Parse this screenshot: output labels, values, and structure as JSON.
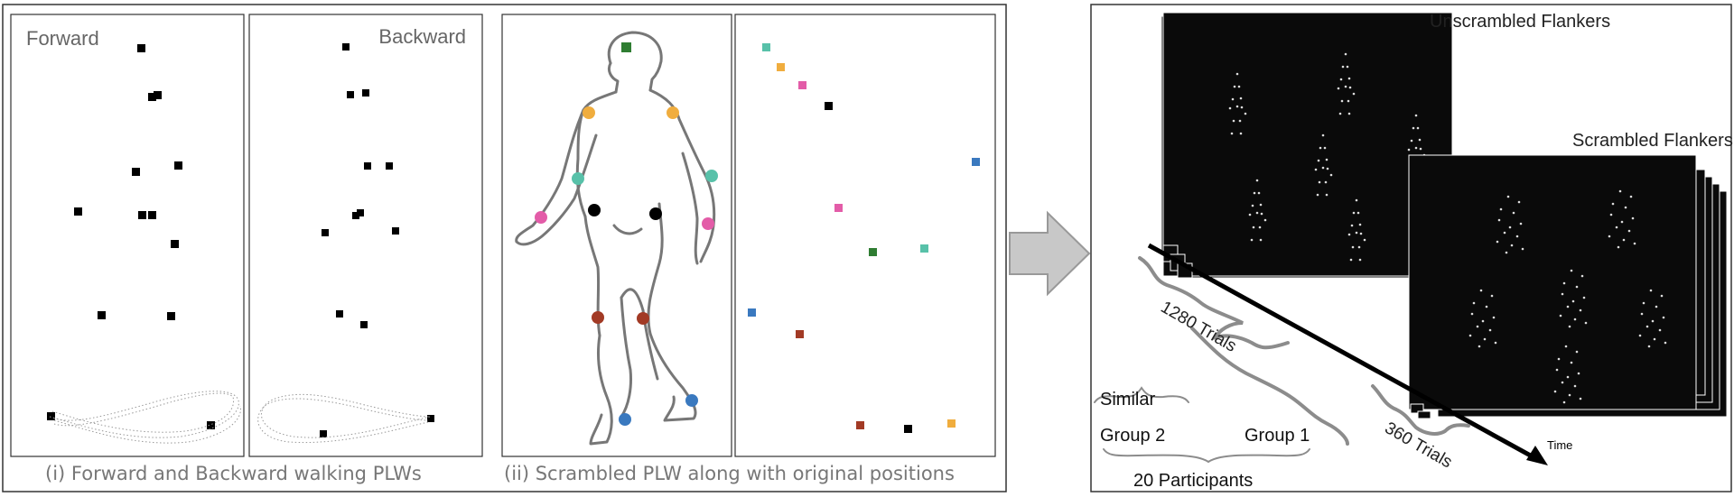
{
  "left_figure": {
    "forward_label": "Forward",
    "backward_label": "Backward",
    "caption_i": "(i) Forward and Backward walking PLWs",
    "caption_ii": "(ii) Scrambled PLW along with original positions",
    "joint_colors": {
      "head": "#2f7d32",
      "shoulder": "#f0ad3e",
      "elbow": "#58c1a9",
      "wrist": "#e35ca8",
      "hip": "#000000",
      "knee": "#a23a25",
      "ankle": "#3a79bf"
    },
    "dot_color": "#000000",
    "arrow_icon": "right-arrow-icon"
  },
  "right_figure": {
    "unscrambled_label": "Unscrambled Flankers",
    "scrambled_label": "Scrambled Flankers",
    "trials_1280": "1280 Trials",
    "trials_360": "360 Trials",
    "time_label": "Time",
    "similar_label": "Similar",
    "group2_label": "Group 2",
    "group1_label": "Group 1",
    "participants_label": "20 Participants",
    "screen_color": "#0a0a0a",
    "brace_color": "#8c8c8c"
  }
}
